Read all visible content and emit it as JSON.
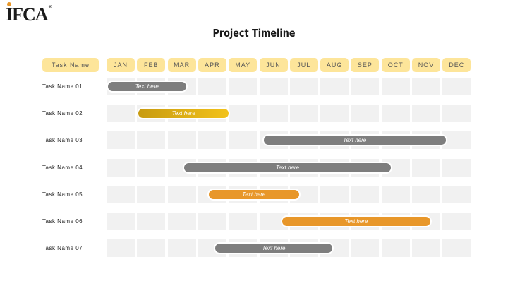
{
  "logo": {
    "text": "IFCA",
    "reg": "®"
  },
  "title": "Project Timeline",
  "header": {
    "task_name": "Task Name"
  },
  "months": [
    "JAN",
    "FEB",
    "MAR",
    "APR",
    "MAY",
    "JUN",
    "JUL",
    "AUG",
    "SEP",
    "OCT",
    "NOV",
    "DEC"
  ],
  "tasks": [
    {
      "name": "Task Name 01",
      "bar_label": "Text here",
      "start_month": 1.0,
      "end_month": 3.6,
      "color": "gray"
    },
    {
      "name": "Task Name 02",
      "bar_label": "Text here",
      "start_month": 2.0,
      "end_month": 5.0,
      "color": "gold"
    },
    {
      "name": "Task Name 03",
      "bar_label": "Text here",
      "start_month": 6.1,
      "end_month": 12.1,
      "color": "gray"
    },
    {
      "name": "Task Name 04",
      "bar_label": "Text here",
      "start_month": 3.5,
      "end_month": 10.3,
      "color": "gray"
    },
    {
      "name": "Task Name 05",
      "bar_label": "Text here",
      "start_month": 4.3,
      "end_month": 7.3,
      "color": "orange"
    },
    {
      "name": "Task Name 06",
      "bar_label": "Text here",
      "start_month": 6.7,
      "end_month": 11.6,
      "color": "orange"
    },
    {
      "name": "Task Name 07",
      "bar_label": "Text here",
      "start_month": 4.5,
      "end_month": 8.4,
      "color": "gray"
    }
  ]
}
